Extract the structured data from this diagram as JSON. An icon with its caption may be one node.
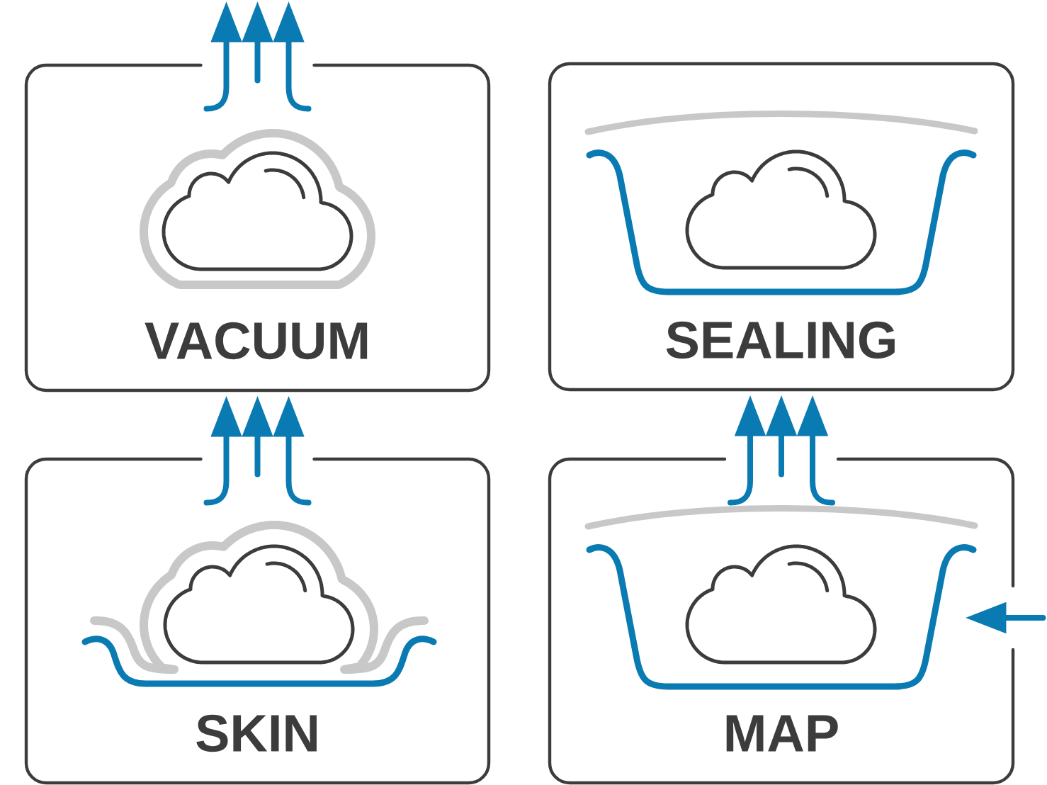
{
  "diagram": {
    "nodes": [
      {
        "text": [
          "VACUUM"
        ]
      },
      {
        "text": [
          "SEALING"
        ]
      },
      {
        "text": [
          "SKIN"
        ]
      },
      {
        "text": [
          "MAP"
        ]
      }
    ],
    "edges": [
      {
        "from": 0,
        "to": null,
        "arrow": "to"
      },
      {
        "from": 0,
        "to": null,
        "arrow": "to"
      },
      {
        "from": 0,
        "to": null,
        "arrow": "to"
      },
      {
        "from": 2,
        "to": 0,
        "arrow": "to"
      },
      {
        "from": 2,
        "to": 0,
        "arrow": "to"
      },
      {
        "from": 2,
        "to": 0,
        "arrow": "to"
      },
      {
        "from": 3,
        "to": 1,
        "arrow": "to"
      },
      {
        "from": 3,
        "to": 1,
        "arrow": "to"
      },
      {
        "from": 3,
        "to": 1,
        "arrow": "to"
      },
      {
        "from": null,
        "to": 3,
        "arrow": "to"
      }
    ]
  }
}
